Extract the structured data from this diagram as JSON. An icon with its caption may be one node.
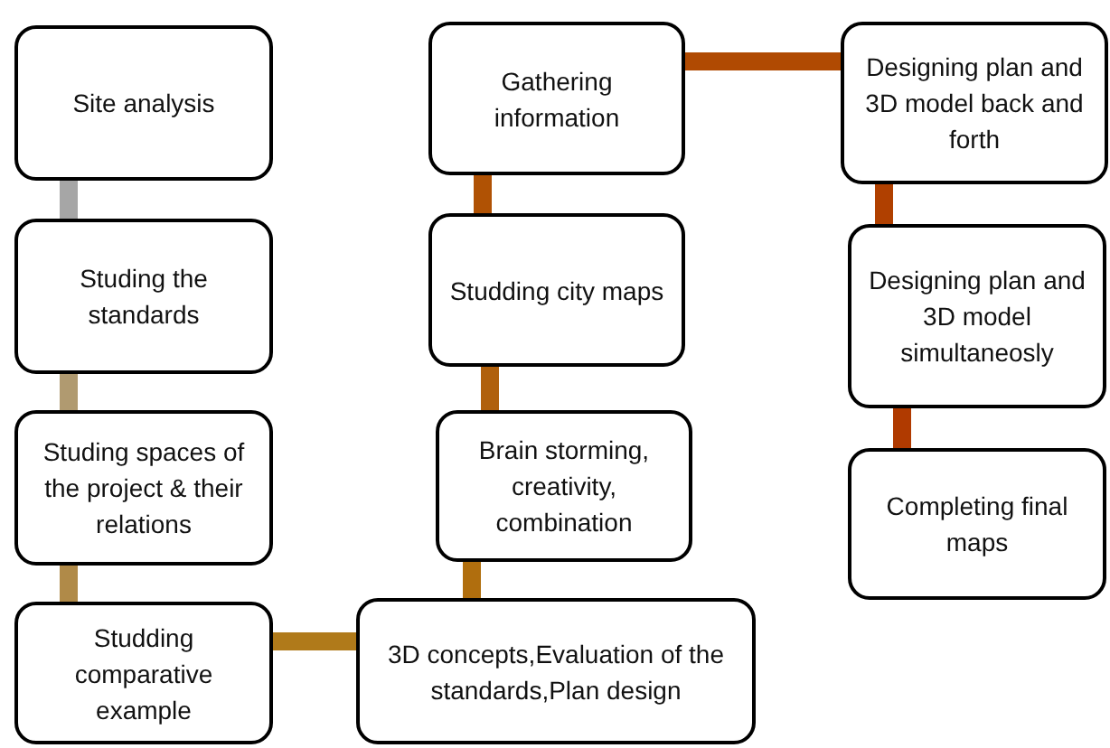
{
  "diagram": {
    "nodes": [
      {
        "text": [
          "Site analysis"
        ]
      },
      {
        "text": [
          "Studing the standards"
        ]
      },
      {
        "text": [
          "Studing spaces of the project & their relations"
        ]
      },
      {
        "text": [
          "Studding comparative example"
        ]
      },
      {
        "text": [
          "3D concepts,Evaluation of the standards,Plan design"
        ]
      },
      {
        "text": [
          "Brain storming, creativity, combination"
        ]
      },
      {
        "text": [
          "Studding city maps"
        ]
      },
      {
        "text": [
          "Gathering information"
        ]
      },
      {
        "text": [
          "Designing plan and 3D model back and forth"
        ]
      },
      {
        "text": [
          "Designing plan and 3D model simultaneosly"
        ]
      },
      {
        "text": [
          "Completing final maps"
        ]
      }
    ],
    "edges": [
      {
        "from": 0,
        "to": 1,
        "arrow": "none",
        "color": "#a6a6a6"
      },
      {
        "from": 1,
        "to": 2,
        "arrow": "none",
        "color": "#b09a70"
      },
      {
        "from": 2,
        "to": 3,
        "arrow": "none",
        "color": "#b08a48"
      },
      {
        "from": 3,
        "to": 4,
        "arrow": "none",
        "color": "#b07a1a"
      },
      {
        "from": 4,
        "to": 5,
        "arrow": "none",
        "color": "#b06e0e"
      },
      {
        "from": 5,
        "to": 6,
        "arrow": "none",
        "color": "#b0600c"
      },
      {
        "from": 6,
        "to": 7,
        "arrow": "none",
        "color": "#b05204"
      },
      {
        "from": 7,
        "to": 8,
        "arrow": "none",
        "color": "#b04a02"
      },
      {
        "from": 8,
        "to": 9,
        "arrow": "none",
        "color": "#b04000"
      },
      {
        "from": 9,
        "to": 10,
        "arrow": "none",
        "color": "#b03a00"
      }
    ]
  }
}
